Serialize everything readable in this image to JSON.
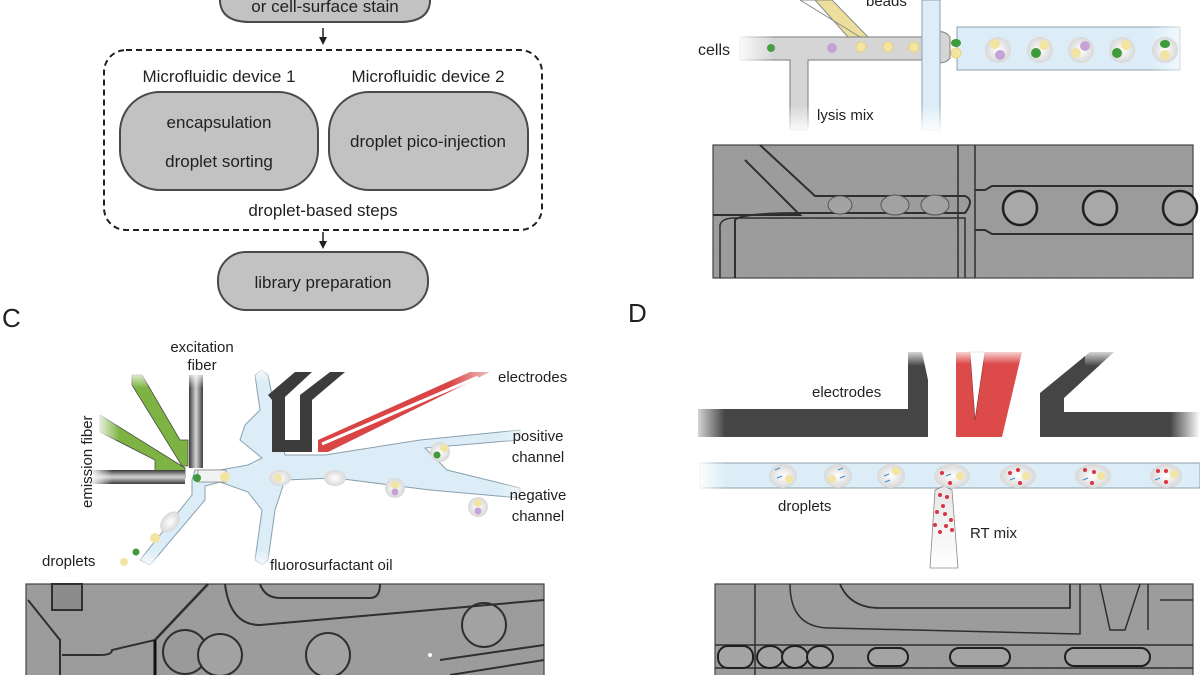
{
  "panel_a": {
    "top_box_text": "or  cell-surface stain",
    "group_caption": "droplet-based steps",
    "device1": {
      "title": "Microfluidic device 1",
      "lines": [
        "encapsulation",
        "droplet sorting"
      ]
    },
    "device2": {
      "title": "Microfluidic device 2",
      "lines": [
        "droplet pico-injection"
      ]
    },
    "bottom_box_text": "library preparation"
  },
  "panel_b": {
    "labels": {
      "beads": "beads",
      "cells": "cells",
      "lysis_mix": "lysis mix"
    },
    "colors": {
      "channel_gray": "#cfcfcf",
      "oil_blue": "#dcedf7",
      "bead_yellow": "#f3e6a3",
      "cell_green": "#3f9b3a",
      "lysed_purple": "#b48cc8"
    }
  },
  "panel_c": {
    "letter": "C",
    "labels": {
      "excitation_fiber_line1": "excitation",
      "excitation_fiber_line2": "fiber",
      "emission_fiber": "emission fiber",
      "electrodes": "electrodes",
      "positive_channel_line1": "positive",
      "positive_channel_line2": "channel",
      "negative_channel_line1": "negative",
      "negative_channel_line2": "channel",
      "droplets": "droplets",
      "fluorosurfactant_oil": "fluorosurfactant oil"
    },
    "colors": {
      "fiber_green": "#7cb342",
      "electrode_dark": "#3c3c3c",
      "electrode_red": "#d94545"
    }
  },
  "panel_d": {
    "letter": "D",
    "labels": {
      "electrodes": "electrodes",
      "droplets": "droplets",
      "rt_mix": "RT mix"
    },
    "colors": {
      "electrode_dark": "#454545",
      "electrode_red": "#dc4a4a",
      "rt_red": "#d9343f",
      "barcode_blue": "#3a8fd0"
    }
  }
}
